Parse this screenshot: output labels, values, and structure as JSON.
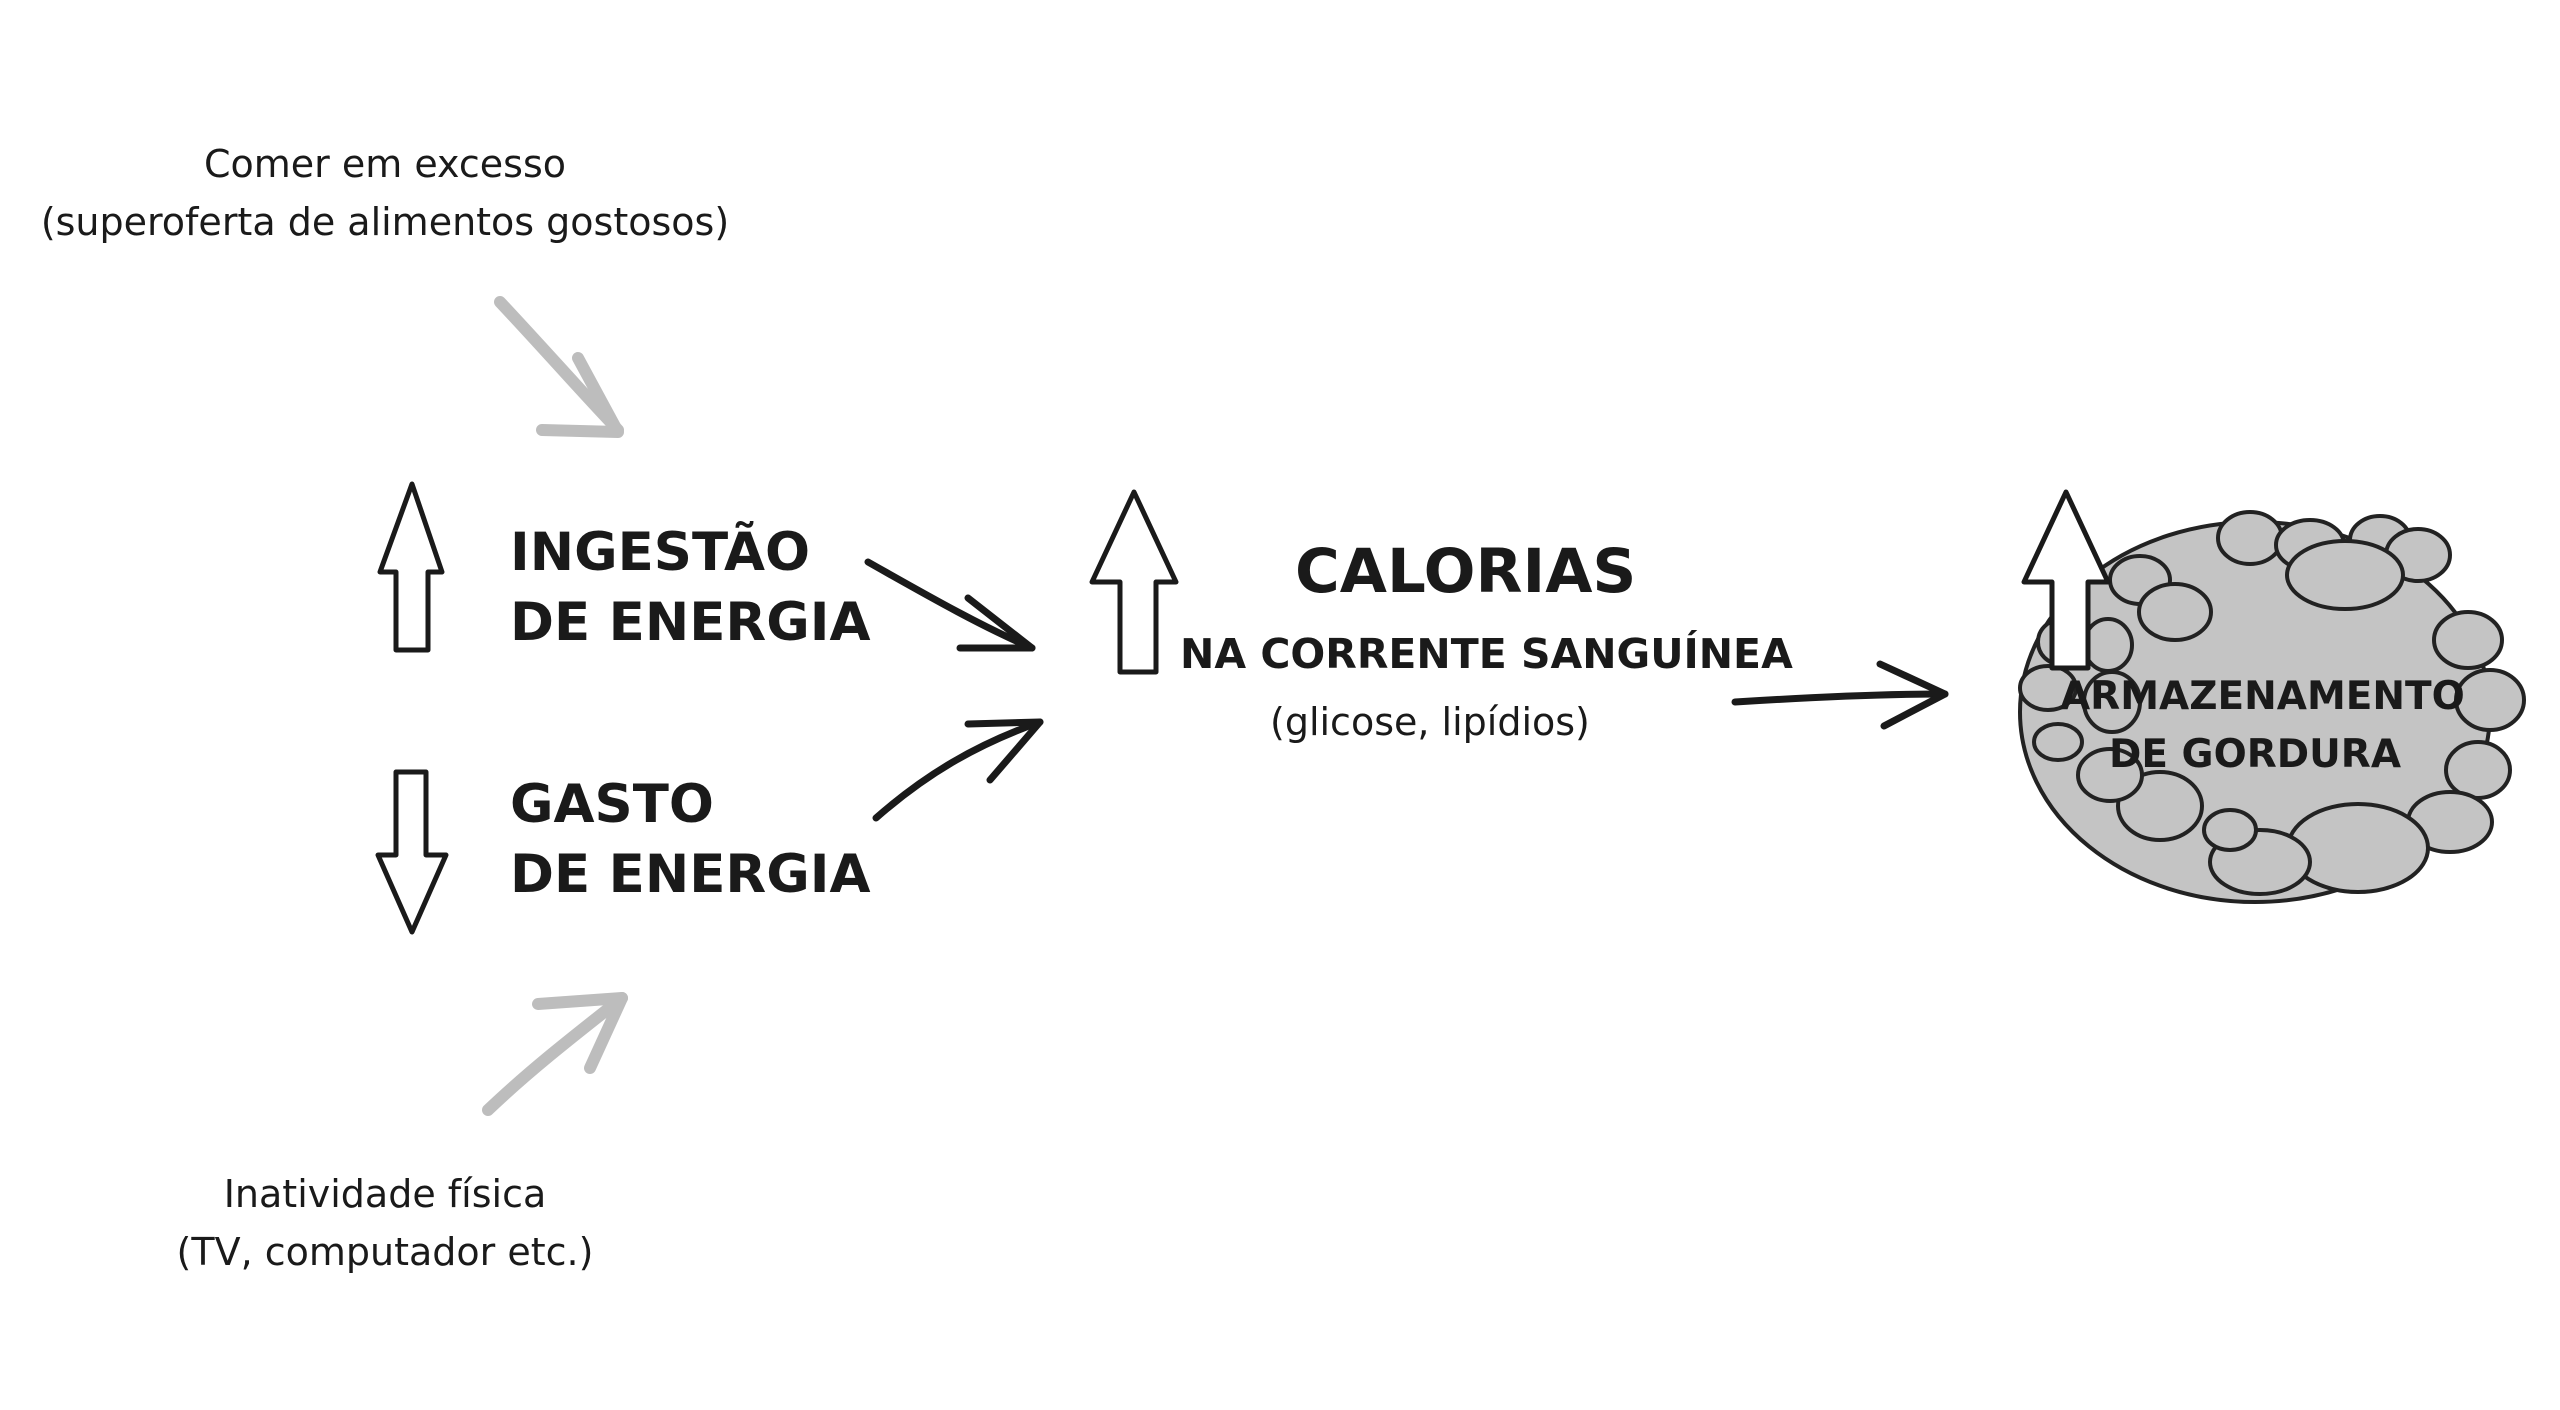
{
  "inputs": {
    "overeating": {
      "line1": "Comer em excesso",
      "line2": "(superoferta de alimentos gostosos)"
    },
    "inactivity": {
      "line1": "Inatividade física",
      "line2": "(TV, computador etc.)"
    }
  },
  "energy_intake": {
    "line1": "INGESTÃO",
    "line2": "DE ENERGIA"
  },
  "energy_expenditure": {
    "line1": "GASTO",
    "line2": "DE ENERGIA"
  },
  "calories": {
    "title": "CALORIAS",
    "subtitle": "NA CORRENTE SANGUÍNEA",
    "detail": "(glicose, lipídios)"
  },
  "fat_storage": {
    "line1": "ARMAZENAMENTO",
    "line2": "DE GORDURA"
  },
  "colors": {
    "ink": "#1a1a1a",
    "soft_arrow": "#bdbdbd",
    "fat_blob": "#c4c4c4",
    "blob_outline": "#222222"
  }
}
